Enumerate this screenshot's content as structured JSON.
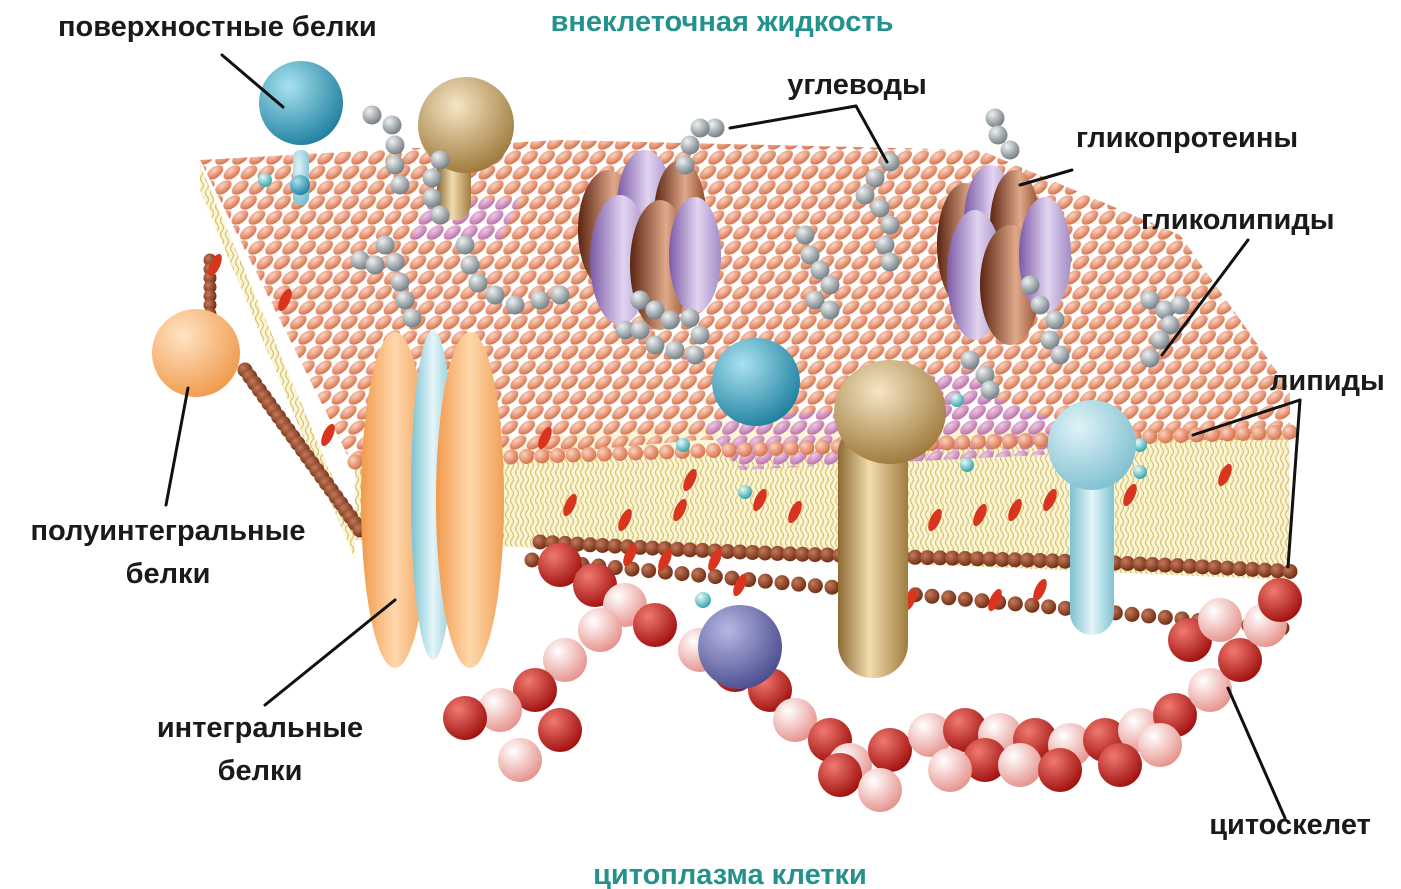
{
  "regions": {
    "extracellular": "внеклеточная жидкость",
    "cytoplasm": "цитоплазма клетки"
  },
  "labels": {
    "surface_proteins": "поверхностные белки",
    "carbohydrates": "углеводы",
    "glycoproteins": "гликопротеины",
    "glycolipids": "гликолипиды",
    "lipids": "липиды",
    "peripheral_proteins_line1": "полуинтегральные",
    "peripheral_proteins_line2": "белки",
    "integral_proteins_line1": "интегральные",
    "integral_proteins_line2": "белки",
    "cytoskeleton": "цитоскелет"
  },
  "colors": {
    "lipid_head": "#e58a66",
    "lipid_head_pink": "#d08cc0",
    "lipid_tail": "#e8d48c",
    "membrane_fill": "#fbf5d8",
    "protein_blue": "#3ea3c2",
    "protein_tan": "#c9a870",
    "protein_orange": "#f6b06a",
    "protein_lightblue": "#9ed3df",
    "glyco_purple": "#bfa4d6",
    "glyco_brown": "#8a4a2a",
    "carb_gray": "#9aa3a8",
    "cyto_red": "#c8201e",
    "cyto_pink": "#f2b7b0",
    "teal_text": "#23918c"
  }
}
